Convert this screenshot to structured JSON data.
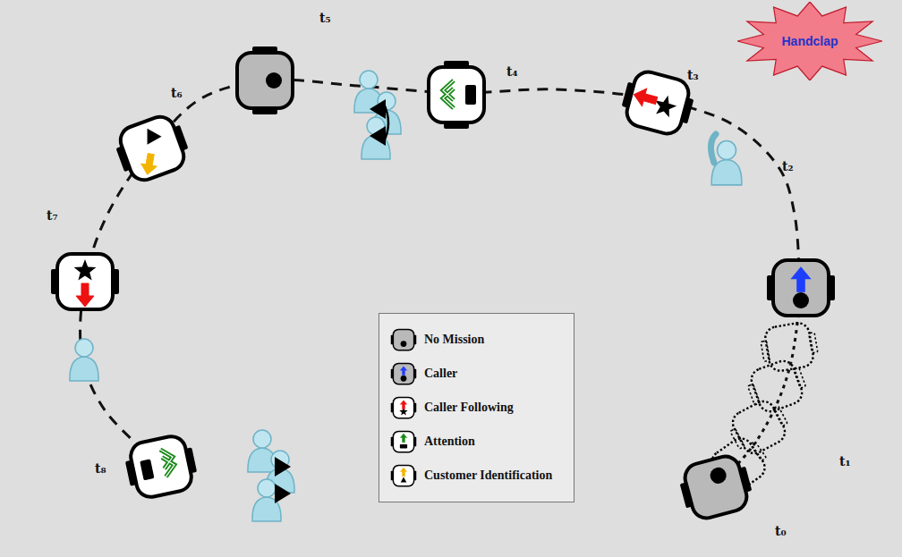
{
  "diagram": {
    "nodes": [
      {
        "text": [
          "Handclap"
        ]
      }
    ],
    "labels": [
      "t₅",
      "t₄",
      "t₃",
      "t₆",
      "t₂",
      "t₇",
      "t₁",
      "t₈",
      "t₀"
    ],
    "legend": [
      {
        "text": "No Mission"
      },
      {
        "text": "Caller"
      },
      {
        "text": "Caller Following"
      },
      {
        "text": "Attention"
      },
      {
        "text": "Customer Identification"
      }
    ]
  }
}
